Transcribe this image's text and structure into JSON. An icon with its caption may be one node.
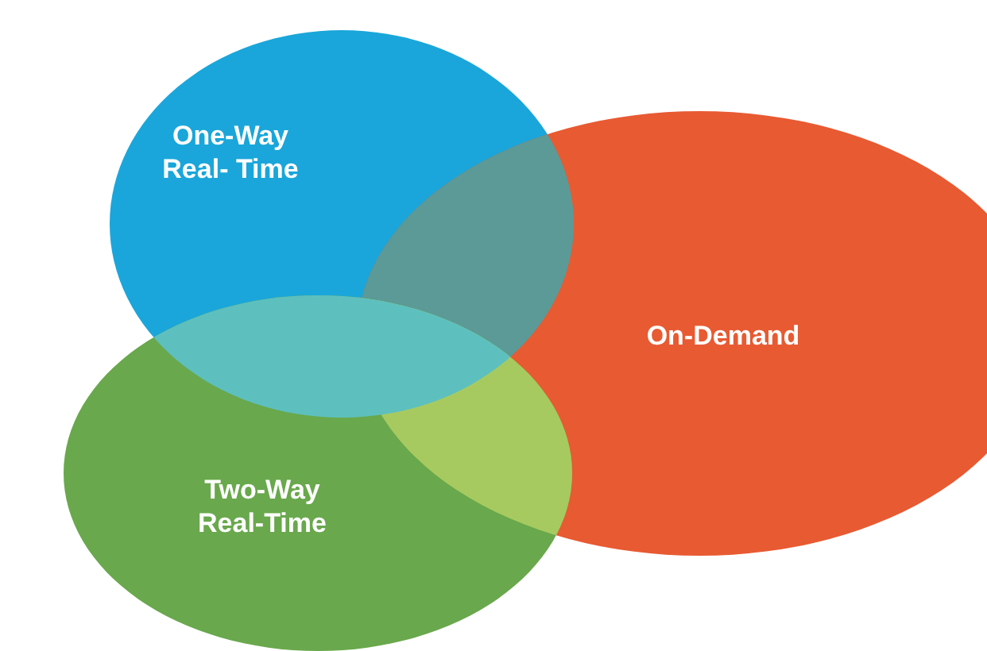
{
  "diagram": {
    "nodes": [
      {
        "text": [
          "One-Way Real- Time"
        ]
      },
      {
        "text": [
          "On-Demand"
        ]
      },
      {
        "text": [
          "Two-Way Real-Time"
        ]
      }
    ]
  }
}
